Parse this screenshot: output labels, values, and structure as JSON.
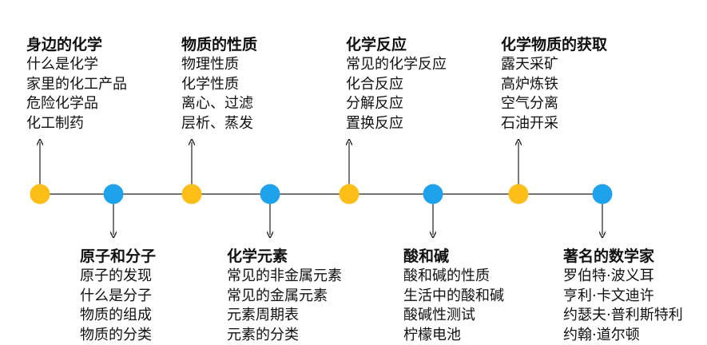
{
  "colors": {
    "yellow_node": "#FDBE17",
    "blue_node": "#1FA2EC",
    "line": "#222222",
    "background": "#FFFFFF"
  },
  "topics": [
    {
      "title": "身边的化学",
      "items": [
        "什么是化学",
        "家里的化工产品",
        "危险化学品",
        "化工制药"
      ]
    },
    {
      "title": "物质的性质",
      "items": [
        "物理性质",
        "化学性质",
        "离心、过滤",
        "层析、蒸发"
      ]
    },
    {
      "title": "化学反应",
      "items": [
        "常见的化学反应",
        "化合反应",
        "分解反应",
        "置换反应"
      ]
    },
    {
      "title": "化学物质的获取",
      "items": [
        "露天采矿",
        "高炉炼铁",
        "空气分离",
        "石油开采"
      ]
    },
    {
      "title": "原子和分子",
      "items": [
        "原子的发现",
        "什么是分子",
        "物质的组成",
        "物质的分类"
      ]
    },
    {
      "title": "化学元素",
      "items": [
        "常见的非金属元素",
        "常见的金属元素",
        "元素周期表",
        "元素的分类"
      ]
    },
    {
      "title": "酸和碱",
      "items": [
        "酸和碱的性质",
        "生活中的酸和碱",
        "酸碱性测试",
        "柠檬电池"
      ]
    },
    {
      "title": "著名的数学家",
      "items": [
        "罗伯特·波义耳",
        "亨利·卡文迪许",
        "约瑟夫·普利斯特利",
        "约翰·道尔顿"
      ]
    }
  ]
}
